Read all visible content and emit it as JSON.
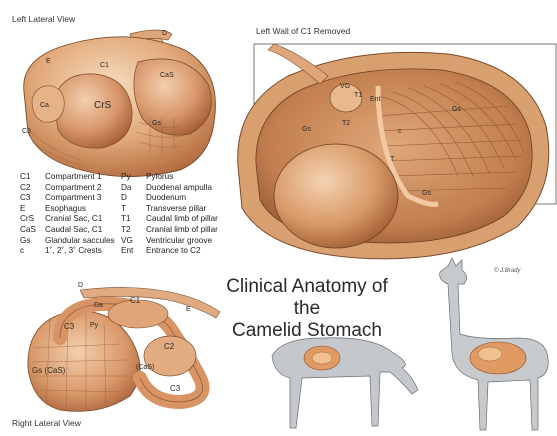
{
  "titles": {
    "left_lateral": "Left Lateral View",
    "left_wall": "Left Wall of C1 Removed",
    "right_lateral": "Right Lateral View",
    "main_line1": "Clinical Anatomy of the",
    "main_line2": "Camelid Stomach"
  },
  "legend": {
    "left": [
      {
        "abbr": "C1",
        "desc": "Compartment 1"
      },
      {
        "abbr": "C2",
        "desc": "Compartment 2"
      },
      {
        "abbr": "C3",
        "desc": "Compartment 3"
      },
      {
        "abbr": "E",
        "desc": "Esophagus"
      },
      {
        "abbr": "CrS",
        "desc": "Cranial Sac, C1"
      },
      {
        "abbr": "CaS",
        "desc": "Caudal Sac, C1"
      },
      {
        "abbr": "Gs",
        "desc": "Glandular saccules"
      },
      {
        "abbr": "c",
        "desc": "1˚, 2˚, 3˚ Crests"
      }
    ],
    "right": [
      {
        "abbr": "Py",
        "desc": "Pylorus"
      },
      {
        "abbr": "Da",
        "desc": "Duodenal ampulla"
      },
      {
        "abbr": "D",
        "desc": "Duodenum"
      },
      {
        "abbr": "T",
        "desc": "Transverse pillar"
      },
      {
        "abbr": "T1",
        "desc": "Caudal limb of pillar"
      },
      {
        "abbr": "T2",
        "desc": "Cranial limb of pillar"
      },
      {
        "abbr": "VG",
        "desc": "Ventricular groove"
      },
      {
        "abbr": "Ent",
        "desc": "Entrance to C2"
      }
    ]
  },
  "labels_left_view": {
    "D": "D",
    "E": "E",
    "C1": "C1",
    "CaS": "CaS",
    "Ca": "Ca",
    "CrS": "CrS",
    "Gs": "Gs",
    "C3": "C3"
  },
  "labels_wall_view": {
    "VG": "VG",
    "T1": "T1",
    "Ent": "Ent",
    "T2": "T2",
    "Gs_left": "Gs",
    "T": "T",
    "Gs_bottom": "Gs",
    "c": "c",
    "Gs_right": "Gs"
  },
  "labels_right_view": {
    "D": "D",
    "Da": "Da",
    "C1": "C1",
    "E": "E",
    "C3_top": "C3",
    "Py": "Py",
    "C2": "C2",
    "Gs_CaS": "Gs (CaS)",
    "CaS": "(CaS)",
    "C3_bottom": "C3"
  },
  "signature": "© J.Brady",
  "colors": {
    "stomach_light": "#f0c9a4",
    "stomach_mid": "#dd9f6e",
    "stomach_dark": "#b36a3e",
    "outline": "#7a4a2a",
    "llama_gray": "#bfc3c7",
    "interior": "#c98a57"
  }
}
